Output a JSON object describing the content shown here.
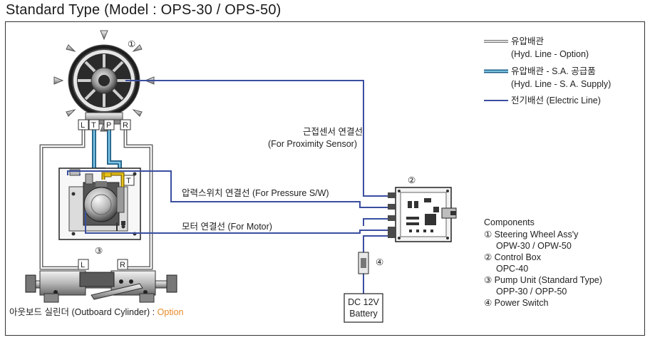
{
  "title": "Standard Type (Model : OPS-30 / OPS-50)",
  "colors": {
    "electric_line": "#3a4fa0",
    "hyd_supply_outer": "#1f5e86",
    "hyd_supply_inner": "#7cc4e4",
    "hyd_option": "#9a9a9a",
    "yellow_fitting": "#e8c21a",
    "option_text": "#e88a2a"
  },
  "legend": {
    "hyd_option_ko": "유압배관",
    "hyd_option_en": "(Hyd. Line - Option)",
    "hyd_supply_ko": "유압배관 - S.A. 공급품",
    "hyd_supply_en": "(Hyd. Line - S. A. Supply)",
    "electric": "전기배선 (Electric Line)"
  },
  "labels": {
    "wheel_num": "①",
    "control_num": "②",
    "pump_num": "③",
    "switch_num": "④",
    "port_l": "L",
    "port_t": "T",
    "port_p": "P",
    "port_r": "R",
    "pump_t": "T",
    "cyl_l": "L",
    "cyl_r": "R",
    "proximity_ko": "근접센서 연결선",
    "proximity_en": "(For Proximity Sensor)",
    "pressure": "압력스위치 연결선 (For Pressure S/W)",
    "motor": "모터 연결선 (For Motor)",
    "battery_line1": "DC 12V",
    "battery_line2": "Battery",
    "cylinder_text": "아웃보드 실린더 (Outboard Cylinder) : ",
    "cylinder_option": "Option"
  },
  "components": {
    "heading": "Components",
    "items": [
      "① Steering Wheel Ass'y",
      "OPW-30 / OPW-50",
      "② Control Box",
      "OPC-40",
      "③ Pump Unit (Standard Type)",
      "OPP-30 / OPP-50",
      "④ Power Switch"
    ]
  }
}
